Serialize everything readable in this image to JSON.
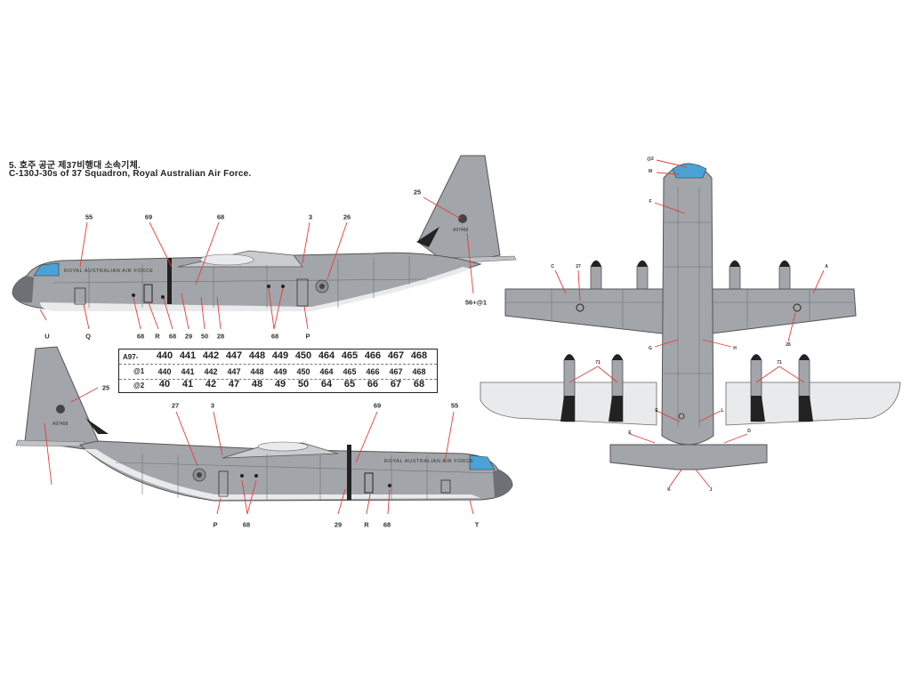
{
  "heading": {
    "korean": "5. 호주 공군 제37비행대 소속기체.",
    "english": "C-130J-30s of 37 Squadron, Royal Australian Air Force."
  },
  "colors": {
    "body": "#a2a5a9",
    "panel": "#6d7075",
    "light": "#e9eaec",
    "dark": "#222222",
    "leader": "#e83a3a",
    "glass": "#4aa3d6"
  },
  "side_labels": {
    "top_fuselage_text": "ROYAL  AUSTRALIAN  AIR  FORCE",
    "bottom_fuselage_text": "ROYAL  AUSTRALIAN  AIR  FORCE",
    "tail_serial": "A97468",
    "callouts_top": [
      "55",
      "69",
      "68",
      "3",
      "26",
      "25",
      "56+@1",
      "U",
      "Q",
      "68",
      "R",
      "68",
      "29",
      "50",
      "28",
      "68",
      "P"
    ],
    "callouts_bottom": [
      "25",
      "27",
      "3",
      "69",
      "55",
      "P",
      "68",
      "29",
      "R",
      "68",
      "T"
    ]
  },
  "plan_labels": [
    "@2",
    "M",
    "F",
    "C",
    "27",
    "A",
    "26",
    "G",
    "H",
    "71",
    "71",
    "E",
    "L",
    "E",
    "D",
    "K",
    "J"
  ],
  "serial_table": {
    "prefix_row": "A97-",
    "row_1_prefix": "@1",
    "row_2_prefix": "@2",
    "row_0": [
      "440",
      "441",
      "442",
      "447",
      "448",
      "449",
      "450",
      "464",
      "465",
      "466",
      "467",
      "468"
    ],
    "row_1": [
      "440",
      "441",
      "442",
      "447",
      "448",
      "449",
      "450",
      "464",
      "465",
      "466",
      "467",
      "468"
    ],
    "row_2": [
      "40",
      "41",
      "42",
      "47",
      "48",
      "49",
      "50",
      "64",
      "65",
      "66",
      "67",
      "68"
    ]
  }
}
